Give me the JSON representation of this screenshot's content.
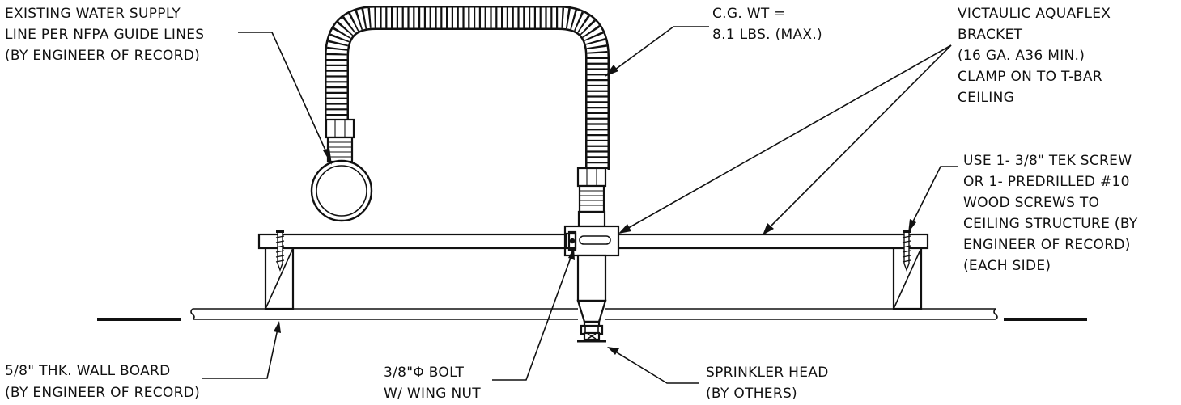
{
  "labels": {
    "water_supply": [
      "EXISTING WATER SUPPLY",
      "LINE PER NFPA GUIDE LINES",
      "(BY ENGINEER OF RECORD)"
    ],
    "cg_weight": [
      "C.G. WT =",
      "8.1 LBS. (MAX.)"
    ],
    "bracket": [
      "VICTAULIC AQUAFLEX",
      "BRACKET",
      "(16 GA. A36 MIN.)",
      "CLAMP ON TO T-BAR",
      "CEILING"
    ],
    "screw": [
      "USE 1- 3/8\" TEK SCREW",
      "OR 1- PREDRILLED #10",
      "WOOD SCREWS TO",
      "CEILING STRUCTURE (BY",
      "ENGINEER OF RECORD)",
      "(EACH SIDE)"
    ],
    "wall_board": [
      "5/8\" THK. WALL BOARD",
      "(BY ENGINEER OF RECORD)"
    ],
    "bolt": [
      "3/8\"Φ BOLT",
      "W/ WING NUT"
    ],
    "sprinkler": [
      "SPRINKLER HEAD",
      "(BY OTHERS)"
    ]
  },
  "colors": {
    "ink": "#111111",
    "paper": "#ffffff"
  }
}
